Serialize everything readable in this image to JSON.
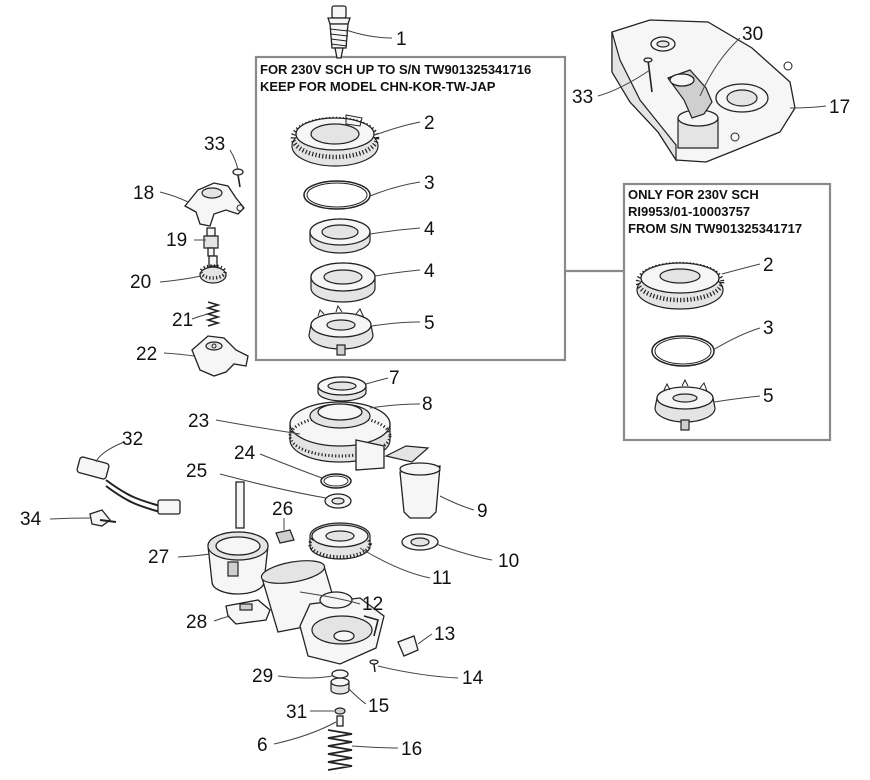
{
  "notes": {
    "left_box": {
      "line1": "FOR 230V SCH UP TO S/N TW901325341716",
      "line2": "KEEP FOR MODEL CHN-KOR-TW-JAP"
    },
    "right_box": {
      "line1": "ONLY FOR 230V SCH",
      "line2": "RI9953/01-10003757",
      "line3": "FROM S/N TW901325341717"
    }
  },
  "callouts": {
    "c1": "1",
    "c2a": "2",
    "c3a": "3",
    "c4a": "4",
    "c4b": "4",
    "c5a": "5",
    "c2b": "2",
    "c3b": "3",
    "c5b": "5",
    "c6": "6",
    "c7": "7",
    "c8": "8",
    "c9": "9",
    "c10": "10",
    "c11": "11",
    "c12": "12",
    "c13": "13",
    "c14": "14",
    "c15": "15",
    "c16": "16",
    "c17": "17",
    "c18": "18",
    "c19": "19",
    "c20": "20",
    "c21": "21",
    "c22": "22",
    "c23": "23",
    "c24": "24",
    "c25": "25",
    "c26": "26",
    "c27": "27",
    "c28": "28",
    "c29": "29",
    "c30": "30",
    "c31": "31",
    "c32": "32",
    "c33a": "33",
    "c33b": "33",
    "c34": "34"
  }
}
